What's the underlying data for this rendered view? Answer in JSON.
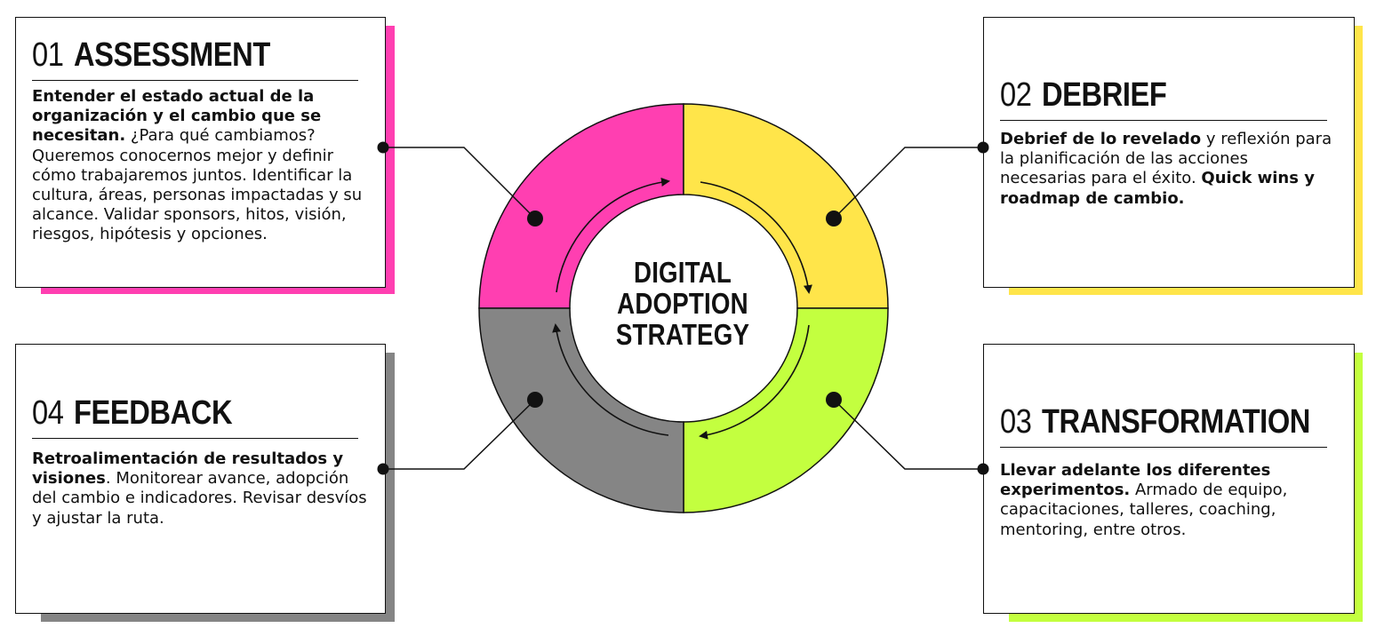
{
  "colors": {
    "assessment": "#ff3fb1",
    "debrief": "#ffe54a",
    "transformation": "#c3ff3f",
    "feedback": "#858585",
    "ink": "#111111"
  },
  "center": {
    "line1": "DIGITAL",
    "line2": "ADOPTION",
    "line3": "STRATEGY"
  },
  "cards": {
    "assessment": {
      "number": "01",
      "title": "ASSESSMENT",
      "body_bold": "Entender el estado actual de la organización y el cambio que se necesitan.",
      "body_text": " ¿Para qué cambiamos? Queremos conocernos mejor y definir cómo trabajaremos juntos. Identificar la cultura, áreas, personas impactadas y su alcance. Validar sponsors, hitos, visión, riesgos, hipótesis y opciones.",
      "body_bold2": "",
      "body_text2": ""
    },
    "debrief": {
      "number": "02",
      "title": "DEBRIEF",
      "body_bold": "Debrief de lo revelado",
      "body_text": " y reflexión para la planificación de las acciones necesarias para el éxito. ",
      "body_bold2": "Quick wins y roadmap de cambio.",
      "body_text2": ""
    },
    "transformation": {
      "number": "03",
      "title": "TRANSFORMATION",
      "body_bold": "Llevar adelante los diferentes experimentos.",
      "body_text": " Armado de equipo, capacitaciones, talleres, coaching, mentoring, entre otros.",
      "body_bold2": "",
      "body_text2": ""
    },
    "feedback": {
      "number": "04",
      "title": "FEEDBACK",
      "body_bold": "Retroalimentación de resultados y visiones",
      "body_text": ". Monitorear avance, adopción del cambio e indicadores. Revisar desvíos y ajustar la ruta.",
      "body_bold2": "",
      "body_text2": ""
    }
  }
}
